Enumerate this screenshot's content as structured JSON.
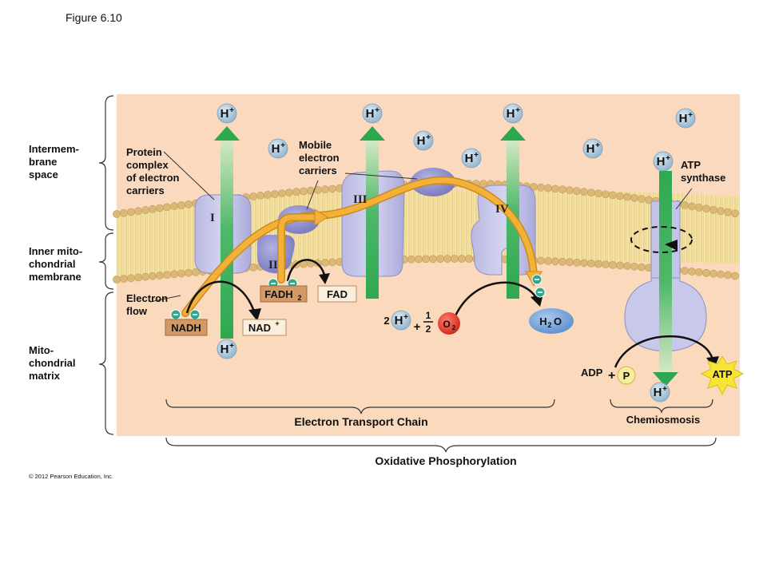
{
  "figure_label": "Figure 6.10",
  "copyright": "© 2012 Pearson Education, Inc.",
  "regions": {
    "intermembrane": [
      "Intermem-",
      "brane",
      "space"
    ],
    "inner_membrane": [
      "Inner mito-",
      "chondrial",
      "membrane"
    ],
    "matrix": [
      "Mito-",
      "chondrial",
      "matrix"
    ]
  },
  "callouts": {
    "protein_complex": [
      "Protein",
      "complex",
      "of electron",
      "carriers"
    ],
    "mobile_carriers": [
      "Mobile",
      "electron",
      "carriers"
    ],
    "atp_synthase": [
      "ATP",
      "synthase"
    ],
    "electron_flow": [
      "Electron",
      "flow"
    ]
  },
  "complexes": [
    "I",
    "II",
    "III",
    "IV"
  ],
  "molecules": {
    "nadh": "NADH",
    "nad_plus": "NAD",
    "fadh2": "FADH",
    "fad": "FAD",
    "h2o": "H",
    "o2": "O",
    "adp": "ADP",
    "phosphate": "P",
    "atp": "ATP"
  },
  "hydrogen_ion": "H",
  "superscript_plus": "+",
  "subscript_2": "2",
  "equation": {
    "coefficient": "2",
    "plus": "+",
    "fraction_num": "1",
    "fraction_den": "2"
  },
  "brackets": {
    "etc": "Electron Transport Chain",
    "chemiosmosis": "Chemiosmosis",
    "oxphos": "Oxidative Phosphorylation"
  },
  "colors": {
    "intermembrane": "#fbd9be",
    "matrix": "#fad9bc",
    "membrane_core": "#f5e3a6",
    "head": "#dbb876",
    "protein": "#c4c4e8",
    "carrier": "#8d8dcc",
    "proton_arrow": "#2ea84f",
    "electron_arrow": "#f3b13a",
    "h_ion": "#a8c7dc",
    "nadh_box": "#d49a66",
    "o2": "#e53024",
    "h2o": "#6f9fd6",
    "atp": "#f6e534"
  }
}
